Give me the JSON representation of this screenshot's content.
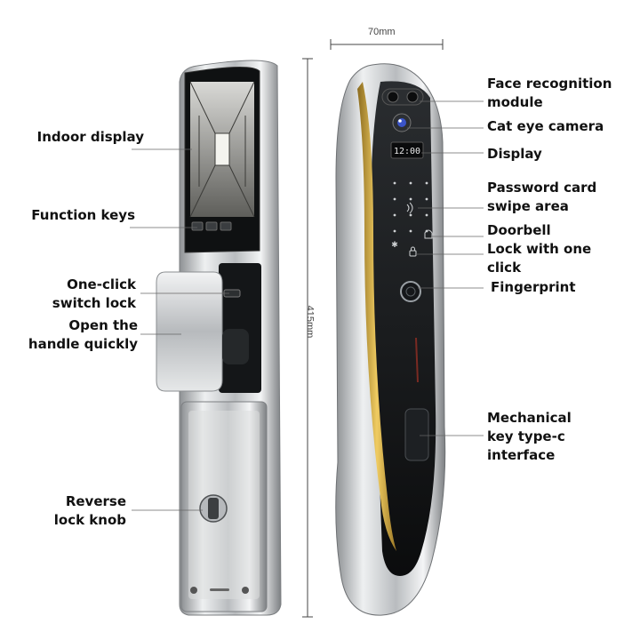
{
  "dimensions": {
    "width": "70mm",
    "height": "415mm"
  },
  "display_time": "12:00",
  "colors": {
    "chrome": "#c8cacc",
    "glass": "#111315",
    "gold": "#d6a93a",
    "leader": "#555555"
  },
  "labels_left": [
    {
      "lines": [
        "Indoor display"
      ]
    },
    {
      "lines": [
        "Function keys"
      ]
    },
    {
      "lines": [
        "One-click",
        "switch lock"
      ]
    },
    {
      "lines": [
        "Open the",
        "handle quickly"
      ]
    },
    {
      "lines": [
        "Reverse",
        "lock knob"
      ]
    }
  ],
  "labels_right": [
    {
      "lines": [
        "Face recognition",
        "module"
      ]
    },
    {
      "lines": [
        "Cat eye camera"
      ]
    },
    {
      "lines": [
        "Display"
      ]
    },
    {
      "lines": [
        "Password card",
        "swipe area"
      ]
    },
    {
      "lines": [
        "Doorbell"
      ]
    },
    {
      "lines": [
        "Lock with one",
        "click"
      ]
    },
    {
      "lines": [
        "Fingerprint"
      ]
    },
    {
      "lines": [
        "Mechanical",
        "key type-c",
        "interface"
      ]
    }
  ]
}
